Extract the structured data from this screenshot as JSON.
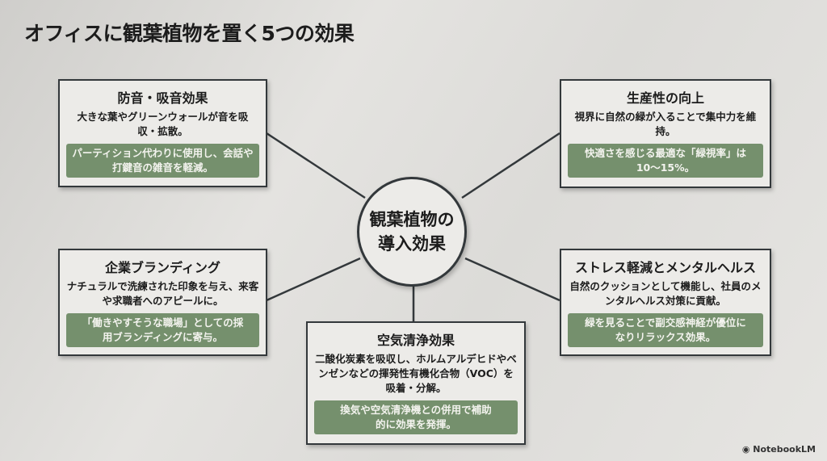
{
  "title": "オフィスに観葉植物を置く5つの効果",
  "center": {
    "line1": "観葉植物の",
    "line2": "導入効果"
  },
  "cards": [
    {
      "heading": "防音・吸音効果",
      "body": "大きな葉やグリーンウォールが音を吸収・拡散。",
      "note": "パーティション代わりに使用し、会話や打鍵音の雑音を軽減。"
    },
    {
      "heading": "生産性の向上",
      "body": "視界に自然の緑が入ることで集中力を維持。",
      "note": "快適さを感じる最適な「緑視率」は10〜15%。"
    },
    {
      "heading": "企業ブランディング",
      "body": "ナチュラルで洗練された印象を与え、来客や求職者へのアピールに。",
      "note": "「働きやすそうな職場」としての採用ブランディングに寄与。"
    },
    {
      "heading": "ストレス軽減とメンタルヘルス",
      "body": "自然のクッションとして機能し、社員のメンタルヘルス対策に貢献。",
      "note": "緑を見ることで副交感神経が優位になりリラックス効果。"
    },
    {
      "heading": "空気清浄効果",
      "body": "二酸化炭素を吸収し、ホルムアルデヒドやベンゼンなどの揮発性有機化合物（VOC）を吸着・分解。",
      "note": "換気や空気清浄機との併用で補助的に効果を発揮。"
    }
  ],
  "brand": "NotebookLM"
}
